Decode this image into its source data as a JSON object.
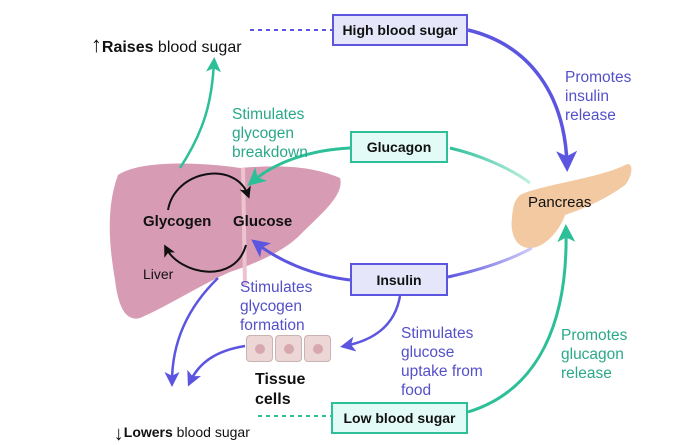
{
  "raises": {
    "arrow": "↑",
    "bold": "Raises",
    "rest": " blood sugar"
  },
  "lowers": {
    "arrow": "↓",
    "bold": "Lowers",
    "rest": " blood sugar"
  },
  "boxes": {
    "high": "High blood sugar",
    "glucagon": "Glucagon",
    "insulin": "Insulin",
    "low": "Low blood sugar"
  },
  "labels": {
    "promotes_insulin": "Promotes\ninsulin\nrelease",
    "stim_breakdown": "Stimulates\nglycogen\nbreakdown",
    "stim_formation": "Stimulates\nglycogen\nformation",
    "stim_uptake": "Stimulates\nglucose\nuptake from\nfood",
    "promotes_glucagon": "Promotes\nglucagon\nrelease"
  },
  "organs": {
    "liver": "Liver",
    "glycogen": "Glycogen",
    "glucose": "Glucose",
    "pancreas": "Pancreas",
    "tissue": "Tissue\ncells"
  },
  "colors": {
    "blue": "#5b55e0",
    "green": "#2cbf98",
    "liver": "#d79cb3",
    "pancreas": "#f2c9a0"
  }
}
